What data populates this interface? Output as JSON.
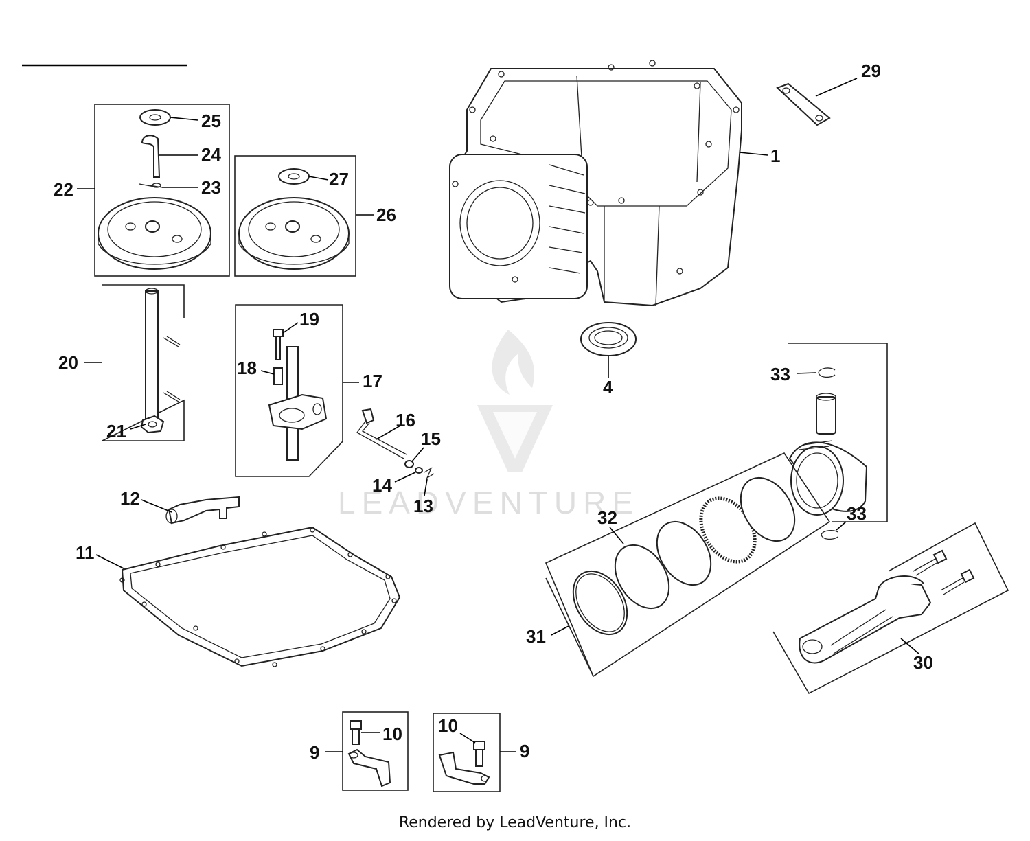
{
  "footer": "Rendered by LeadVenture, Inc.",
  "watermark": "LEADVENTURE",
  "callouts": {
    "c1": "1",
    "c4": "4",
    "c9a": "9",
    "c9b": "9",
    "c10a": "10",
    "c10b": "10",
    "c11": "11",
    "c12": "12",
    "c13": "13",
    "c14": "14",
    "c15": "15",
    "c16": "16",
    "c17": "17",
    "c18": "18",
    "c19": "19",
    "c20": "20",
    "c21": "21",
    "c22": "22",
    "c23": "23",
    "c24": "24",
    "c25": "25",
    "c26": "26",
    "c27": "27",
    "c29": "29",
    "c30": "30",
    "c31": "31",
    "c32": "32",
    "c33a": "33",
    "c33b": "33"
  }
}
